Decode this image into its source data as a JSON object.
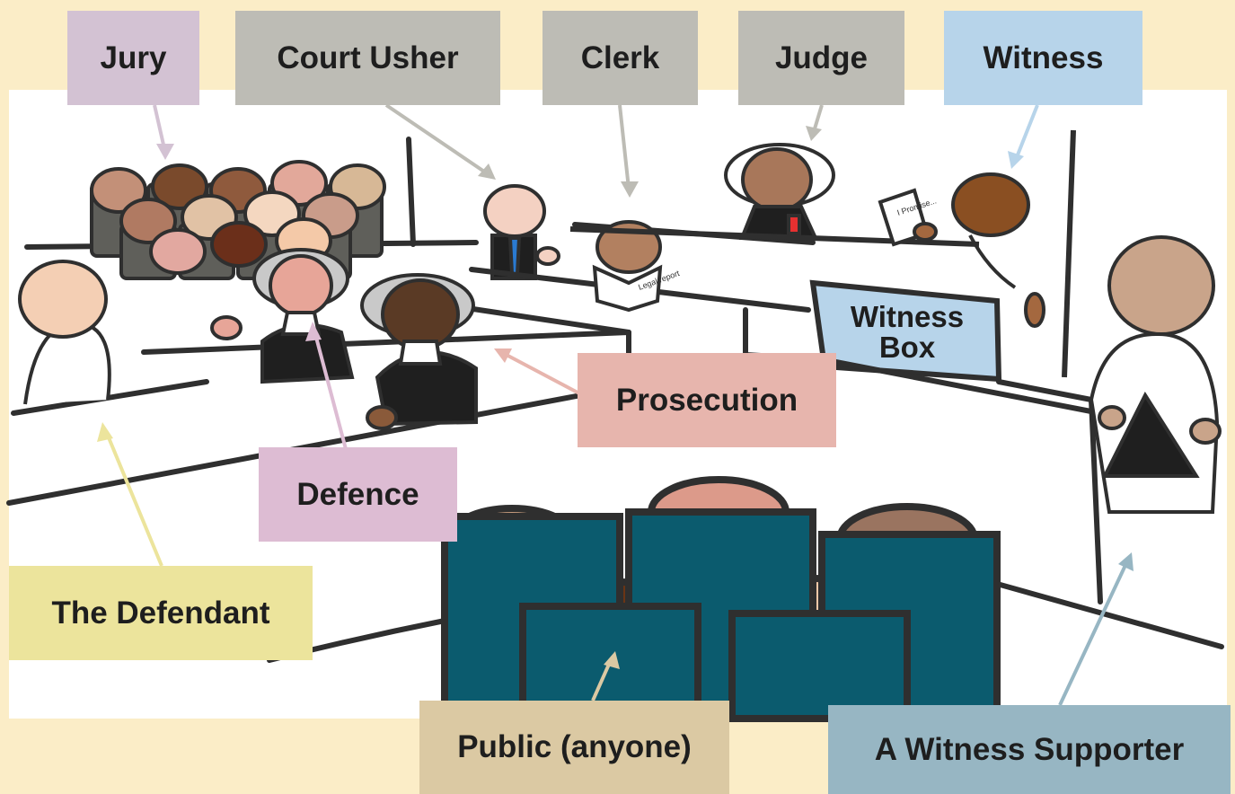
{
  "labels": {
    "jury": "Jury",
    "court_usher": "Court Usher",
    "clerk": "Clerk",
    "judge": "Judge",
    "witness": "Witness",
    "witness_box_line1": "Witness",
    "witness_box_line2": "Box",
    "prosecution": "Prosecution",
    "defence": "Defence",
    "defendant": "The Defendant",
    "public": "Public (anyone)",
    "witness_supporter": "A Witness Supporter"
  },
  "props": {
    "paper_text": "I Promise...",
    "report_text": "Legal report"
  },
  "colors": {
    "background": "#fbedc7",
    "jury": "#d3c2d3",
    "usher": "#bdbcb5",
    "witness": "#b7d4ea",
    "prosecution": "#e7b5ad",
    "defence": "#ddbcd3",
    "defendant": "#ece49c",
    "public": "#dbc9a3",
    "witness_supporter": "#97b6c3",
    "robe": "#2b2b2b",
    "bench": "#0b5b6e"
  }
}
